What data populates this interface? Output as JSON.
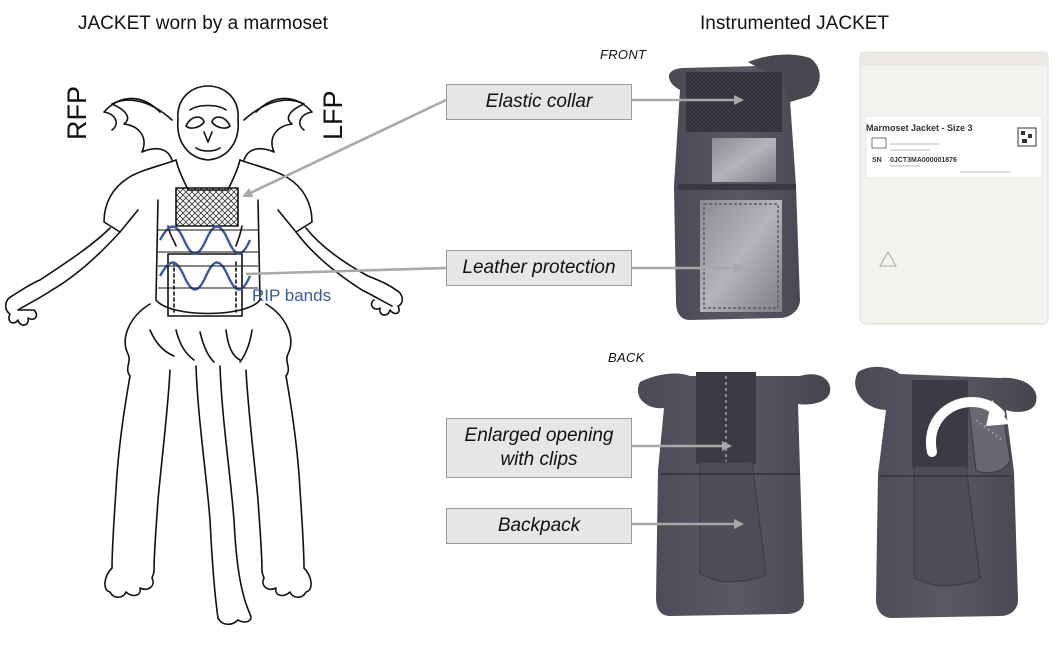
{
  "titles": {
    "left": "JACKET worn by a marmoset",
    "right": "Instrumented JACKET"
  },
  "side_labels": {
    "right_fp": "RFP",
    "left_fp": "LFP"
  },
  "view_labels": {
    "front": "FRONT",
    "back": "BACK"
  },
  "callouts": {
    "elastic_collar": "Elastic collar",
    "leather_protection": "Leather protection",
    "enlarged_opening_line1": "Enlarged opening",
    "enlarged_opening_line2": "with clips",
    "backpack": "Backpack"
  },
  "rip_bands": "RIP bands",
  "package": {
    "title": "Marmoset Jacket - Size 3",
    "sn_label": "SN",
    "serial": "0JCT3MA000001876"
  },
  "colors": {
    "rip_band": "#3b5aa6",
    "jacket_fabric": "#55525e",
    "callout_fill": "#e6e6e6",
    "arrow": "#a8a8a8"
  }
}
